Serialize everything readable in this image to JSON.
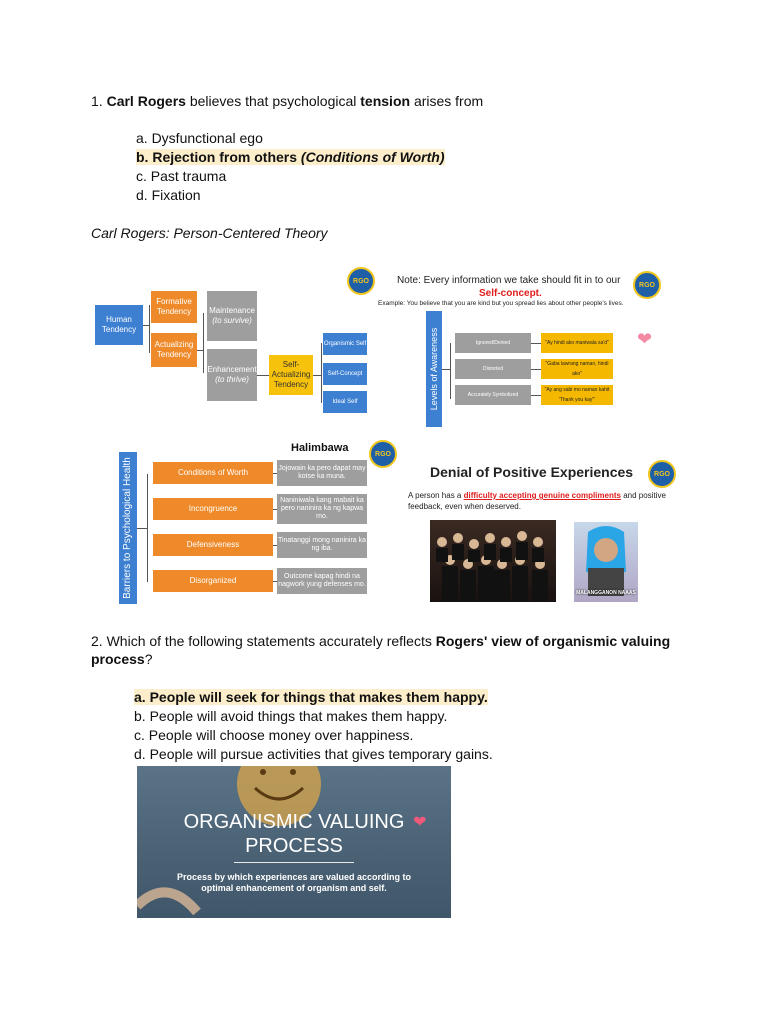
{
  "q1": {
    "number": "1.",
    "name": "Carl Rogers",
    "text_a": "believes that psychological",
    "term": "tension",
    "text_b": "arises from",
    "options": {
      "a": "a. Dysfunctional ego",
      "b_main": "b. Rejection from others",
      "b_extra": "(Conditions of Worth)",
      "c": "c. Past trauma",
      "d": "d. Fixation"
    }
  },
  "caption": "Carl Rogers: Person-Centered Theory",
  "slide1": {
    "human_tendency": "Human Tendency",
    "formative": "Formative Tendency",
    "actualizing": "Actualizing Tendency",
    "maintenance": "Maintenance",
    "maintenance_sub": "(to survive)",
    "enhancement": "Enhancement",
    "enhancement_sub": "(to thrive)",
    "self_actualizing": "Self-Actualizing Tendency",
    "organismic_self": "Organismic Self",
    "self_concept_box": "Self-Concept",
    "ideal_self": "Ideal Self",
    "logo": "RGO",
    "note": "Note: Every information we take should fit in to our",
    "self_concept": "Self-concept.",
    "example": "Example: You believe that you are kind but you spread lies about other people's lives.",
    "levels": "Levels of Awareness",
    "rows": [
      {
        "label": "Ignored/Denied",
        "example": "\"Ay hindi ako maniwala sa'd\""
      },
      {
        "label": "Distorted",
        "example": "\"Gaba lawrang naman, hindi ako\""
      },
      {
        "label": "Accurately Symbolized",
        "example": "\"Ay ang sabi mo naman kahit 'Thank you kay'\""
      }
    ]
  },
  "slide2": {
    "heading": "Halimbawa",
    "side_label": "Barriers to Psychological Health",
    "rows": [
      {
        "label": "Conditions of Worth",
        "example": "Jojowain ka pero dapat may kotse ka muna."
      },
      {
        "label": "Incongruence",
        "example": "Naniniwala kang mabait ka pero naninira ka ng kapwa mo."
      },
      {
        "label": "Defensiveness",
        "example": "Tinatanggi mong naninira ka ng iba."
      },
      {
        "label": "Disorganized",
        "example": "Outcome kapag hindi na nagwork yung defenses mo."
      }
    ]
  },
  "slide3": {
    "title": "Denial of Positive Experiences",
    "body_a": "A person has a",
    "body_red": "difficulty accepting genuine compliments",
    "body_b": "and positive feedback, even when deserved.",
    "meme": "MALANGGANON NAAAS"
  },
  "q2": {
    "number": "2.",
    "text_a": "Which of the following statements accurately reflects",
    "bold": "Rogers' view of organismic valuing process",
    "end": "?",
    "options": {
      "a": "a. People will seek for things that makes them happy.",
      "b": "b. People will avoid things that makes them happy.",
      "c": "c. People will choose money over happiness.",
      "d": "d. People will pursue activities that gives temporary gains."
    }
  },
  "slide4": {
    "title_1": "ORGANISMIC VALUING",
    "title_2": "PROCESS",
    "desc": "Process by which experiences are valued according to optimal enhancement of organism and self."
  }
}
